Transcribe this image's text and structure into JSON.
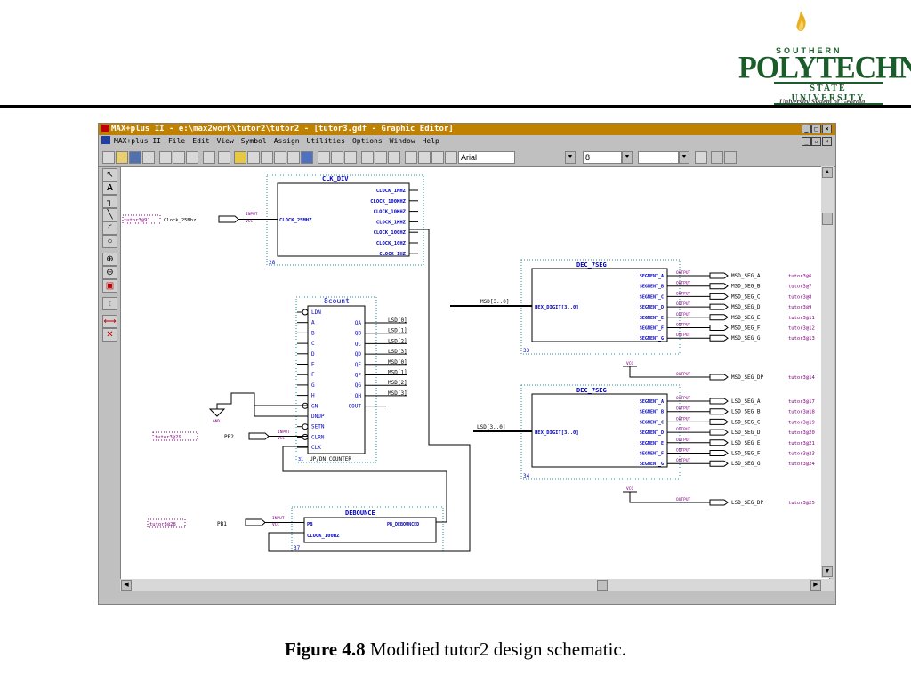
{
  "logo": {
    "line1": "SOUTHERN",
    "line2": "POLYTECHNIC",
    "line3": "STATE UNIVERSITY",
    "line4": "University System of Georgia"
  },
  "window": {
    "title": "MAX+plus II - e:\\max2work\\tutor2\\tutor2 - [tutor3.gdf - Graphic Editor]",
    "menu": [
      "MAX+plus II",
      "File",
      "Edit",
      "View",
      "Symbol",
      "Assign",
      "Utilities",
      "Options",
      "Window",
      "Help"
    ],
    "font_name": "Arial",
    "font_size": "8"
  },
  "schematic": {
    "clk_div": {
      "title": "CLK_DIV",
      "id": "28",
      "input": "CLOCK_25MHZ",
      "outputs": [
        "CLOCK_1MHZ",
        "CLOCK_100KHZ",
        "CLOCK_10KHZ",
        "CLOCK_1KHZ",
        "CLOCK_100HZ",
        "CLOCK_10HZ",
        "CLOCK_1HZ"
      ]
    },
    "clk_input": {
      "pin": "tutor3@91",
      "name": "Clock_25Mhz"
    },
    "bcount": {
      "title": "8count",
      "id": "31",
      "footer": "UP/DN COUNTER",
      "inputs": [
        "LDN",
        "A",
        "B",
        "C",
        "D",
        "E",
        "F",
        "G",
        "H",
        "GN",
        "DNUP",
        "SETN",
        "CLRN",
        "CLK"
      ],
      "outputs": [
        "QA",
        "QB",
        "QC",
        "QD",
        "QE",
        "QF",
        "QG",
        "QH",
        "COUT"
      ],
      "nets": [
        "LSD[0]",
        "LSD[1]",
        "LSD[2]",
        "LSD[3]",
        "MSD[0]",
        "MSD[1]",
        "MSD[2]",
        "MSD[3]"
      ]
    },
    "pb2_input": {
      "pin": "tutor3@29",
      "name": "PB2"
    },
    "gnd_label": "GND",
    "dec1": {
      "title": "DEC_7SEG",
      "id": "33",
      "input": "HEX_DIGIT[3..0]",
      "bus": "MSD[3..0]",
      "segments": [
        "SEGMENT_A",
        "SEGMENT_B",
        "SEGMENT_C",
        "SEGMENT_D",
        "SEGMENT_E",
        "SEGMENT_F",
        "SEGMENT_G"
      ],
      "pins": [
        "MSD_SEG_A",
        "MSD_SEG_B",
        "MSD_SEG_C",
        "MSD_SEG_D",
        "MSD_SEG_E",
        "MSD_SEG_F",
        "MSD_SEG_G"
      ],
      "locs": [
        "tutor3@6",
        "tutor3@7",
        "tutor3@8",
        "tutor3@9",
        "tutor3@11",
        "tutor3@12",
        "tutor3@13"
      ],
      "dp": "MSD_SEG_DP",
      "dp_loc": "tutor3@14"
    },
    "dec2": {
      "title": "DEC_7SEG",
      "id": "34",
      "input": "HEX_DIGIT[3..0]",
      "bus": "LSD[3..0]",
      "segments": [
        "SEGMENT_A",
        "SEGMENT_B",
        "SEGMENT_C",
        "SEGMENT_D",
        "SEGMENT_E",
        "SEGMENT_F",
        "SEGMENT_G"
      ],
      "pins": [
        "LSD_SEG_A",
        "LSD_SEG_B",
        "LSD_SEG_C",
        "LSD_SEG_D",
        "LSD_SEG_E",
        "LSD_SEG_F",
        "LSD_SEG_G"
      ],
      "locs": [
        "tutor3@17",
        "tutor3@18",
        "tutor3@19",
        "tutor3@20",
        "tutor3@21",
        "tutor3@23",
        "tutor3@24"
      ],
      "dp": "LSD_SEG_DP",
      "dp_loc": "tutor3@25"
    },
    "debounce": {
      "title": "DEBOUNCE",
      "id": "37",
      "in1": "PB",
      "in2": "CLOCK_100HZ",
      "out": "PB_DEBOUNCED"
    },
    "pb1_input": {
      "pin": "tutor3@28",
      "name": "PB1"
    },
    "vcc_label": "VCC",
    "input_tag": "INPUT",
    "output_tag": "OUTPUT"
  },
  "caption": {
    "bold": "Figure 4.8",
    "rest": " Modified tutor2 design schematic."
  }
}
